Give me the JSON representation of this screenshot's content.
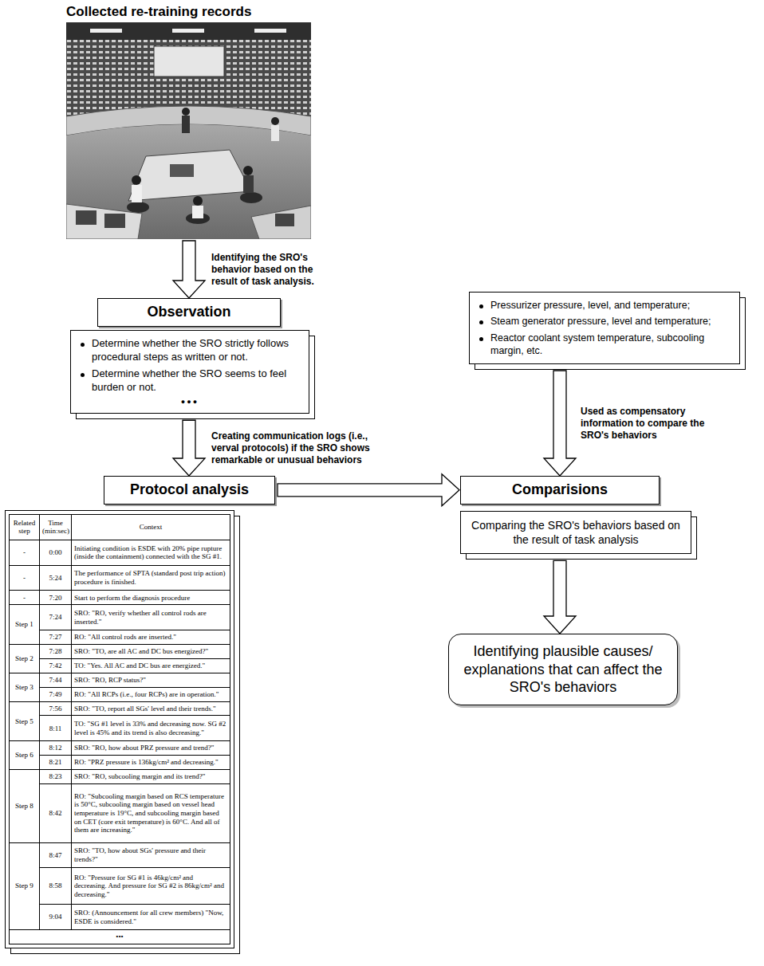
{
  "diagram": {
    "nodes": [
      {
        "text": [
          "Collected re-training records"
        ]
      },
      {
        "text": [
          "Observation"
        ]
      },
      {
        "text": [
          "Determine whether the SRO strictly follows procedural steps as written or not.",
          "Determine whether the SRO seems to feel burden or not.",
          "●●●"
        ]
      },
      {
        "text": [
          "Protocol analysis"
        ]
      },
      {
        "text": [
          "Related step",
          "Time (min:sec)",
          "Context",
          "-",
          "0:00",
          "Initiating condition is ESDE with 20% pipe rupture (inside the containment) connected with the SG #1.",
          "-",
          "5:24",
          "The performance of SPTA (standard post trip action) procedure is finished.",
          "-",
          "7:20",
          "Start to perform the diagnosis procedure",
          "Step 1",
          "7:24",
          "SRO: \"RO, verify whether all control rods are inserted.\"",
          "7:27",
          "RO: \"All control rods are inserted.\"",
          "Step 2",
          "7:28",
          "SRO: \"TO, are all AC and DC bus energized?\"",
          "7:42",
          "TO: \"Yes. All AC and DC bus are energized.\"",
          "Step 3",
          "7:44",
          "SRO: \"RO, RCP status?\"",
          "7:49",
          "RO: \"All RCPs (i.e., four RCPs) are in operation.\"",
          "Step 5",
          "7:56",
          "SRO: \"TO, report all SGs' level and their trends.\"",
          "8:11",
          "TO: \"SG #1 level is 33% and decreasing now. SG #2 level is 45% and its trend is also decreasing.\"",
          "Step 6",
          "8:12",
          "SRO: \"RO, how about PRZ pressure and trend?\"",
          "8:21",
          "RO: \"PRZ pressure is 136kg/cm² and decreasing.\"",
          "Step 8",
          "8:23",
          "SRO: \"RO, subcooling margin and its trend?\"",
          "8:42",
          "RO: \"Subcooling margin based on RCS temperature is 50°C, subcooling margin based on vessel head temperature is 19°C, and subcooling margin based on CET (core exit temperature) is 60°C. And all of them are increasing.\"",
          "Step 9",
          "8:47",
          "SRO: \"TO, how about SGs' pressure and their trends?\"",
          "8:58",
          "RO: \"Pressure for SG #1 is 46kg/cm² and decreasing. And pressure for SG #2 is 86kg/cm² and decreasing.\"",
          "9:04",
          "SRO: (Announcement for all crew members) \"Now, ESDE is considered.\"",
          "•••"
        ]
      },
      {
        "text": [
          "Pressurizer pressure, level, and temperature;",
          "Steam generator pressure, level and temperature;",
          "Reactor coolant system temperature, subcooling margin, etc."
        ]
      },
      {
        "text": [
          "Comparisions"
        ]
      },
      {
        "text": [
          "Comparing the SRO's behaviors based on the result of task analysis"
        ]
      },
      {
        "text": [
          "Identifying plausible causes/ explanations that can affect the SRO's behaviors"
        ]
      }
    ],
    "edges": [
      {
        "from": 0,
        "to": 1,
        "arrow": "to",
        "label": "Identifying the SRO's behavior based on the result of task analysis."
      },
      {
        "from": 2,
        "to": 3,
        "arrow": "to",
        "label": "Creating communication logs (i.e., verval protocols) if the SRO shows remarkable or unusual behaviors"
      },
      {
        "from": 3,
        "to": 6,
        "arrow": "to"
      },
      {
        "from": 5,
        "to": 6,
        "arrow": "to",
        "label": "Used as compensatory information to compare the SRO's behaviors"
      },
      {
        "from": 7,
        "to": 8,
        "arrow": "to"
      }
    ]
  }
}
